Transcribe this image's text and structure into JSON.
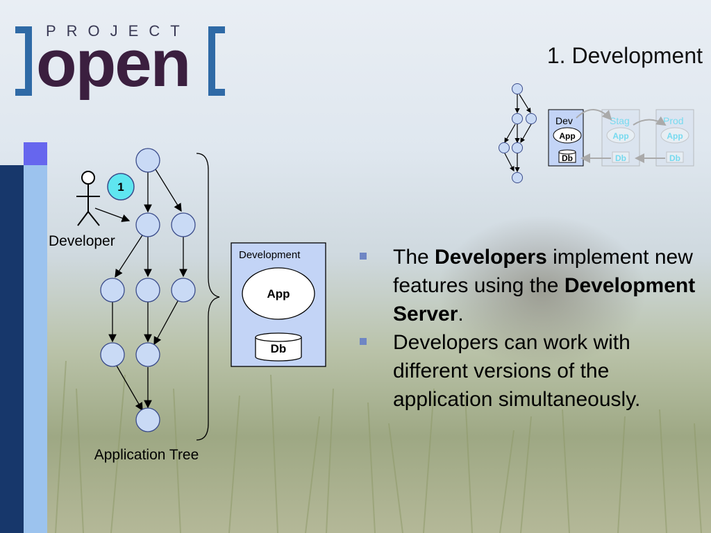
{
  "logo": {
    "top_text": "PROJECT",
    "main_text": "open"
  },
  "slide": {
    "title": "1. Development"
  },
  "mini_diagram": {
    "dev_label": "Dev",
    "stag_label": "Stag",
    "prod_label": "Prod",
    "app_label": "App",
    "db_label": "Db"
  },
  "tree": {
    "badge": "1",
    "developer_label": "Developer",
    "tree_label": "Application Tree"
  },
  "server": {
    "title": "Development",
    "app_label": "App",
    "db_label": "Db"
  },
  "bullets": [
    {
      "pre": "The ",
      "bold1": "Developers",
      "mid": " implement new features using the ",
      "bold2": "Development Server",
      "post": "."
    },
    {
      "text": "Developers can work with different versions of the application simultaneously."
    }
  ],
  "colors": {
    "node_fill": "#c9daf5",
    "node_stroke": "#3a4b8a",
    "badge_fill": "#5fe6f0",
    "server_fill": "#c3d4f6",
    "dark_bar": "#17376b",
    "light_bar": "#9cc3ee",
    "accent_square": "#6666ee",
    "logo_blue": "#2f6aa6",
    "logo_purple": "#3b1f3f",
    "cyan_text": "#22d0f0"
  }
}
